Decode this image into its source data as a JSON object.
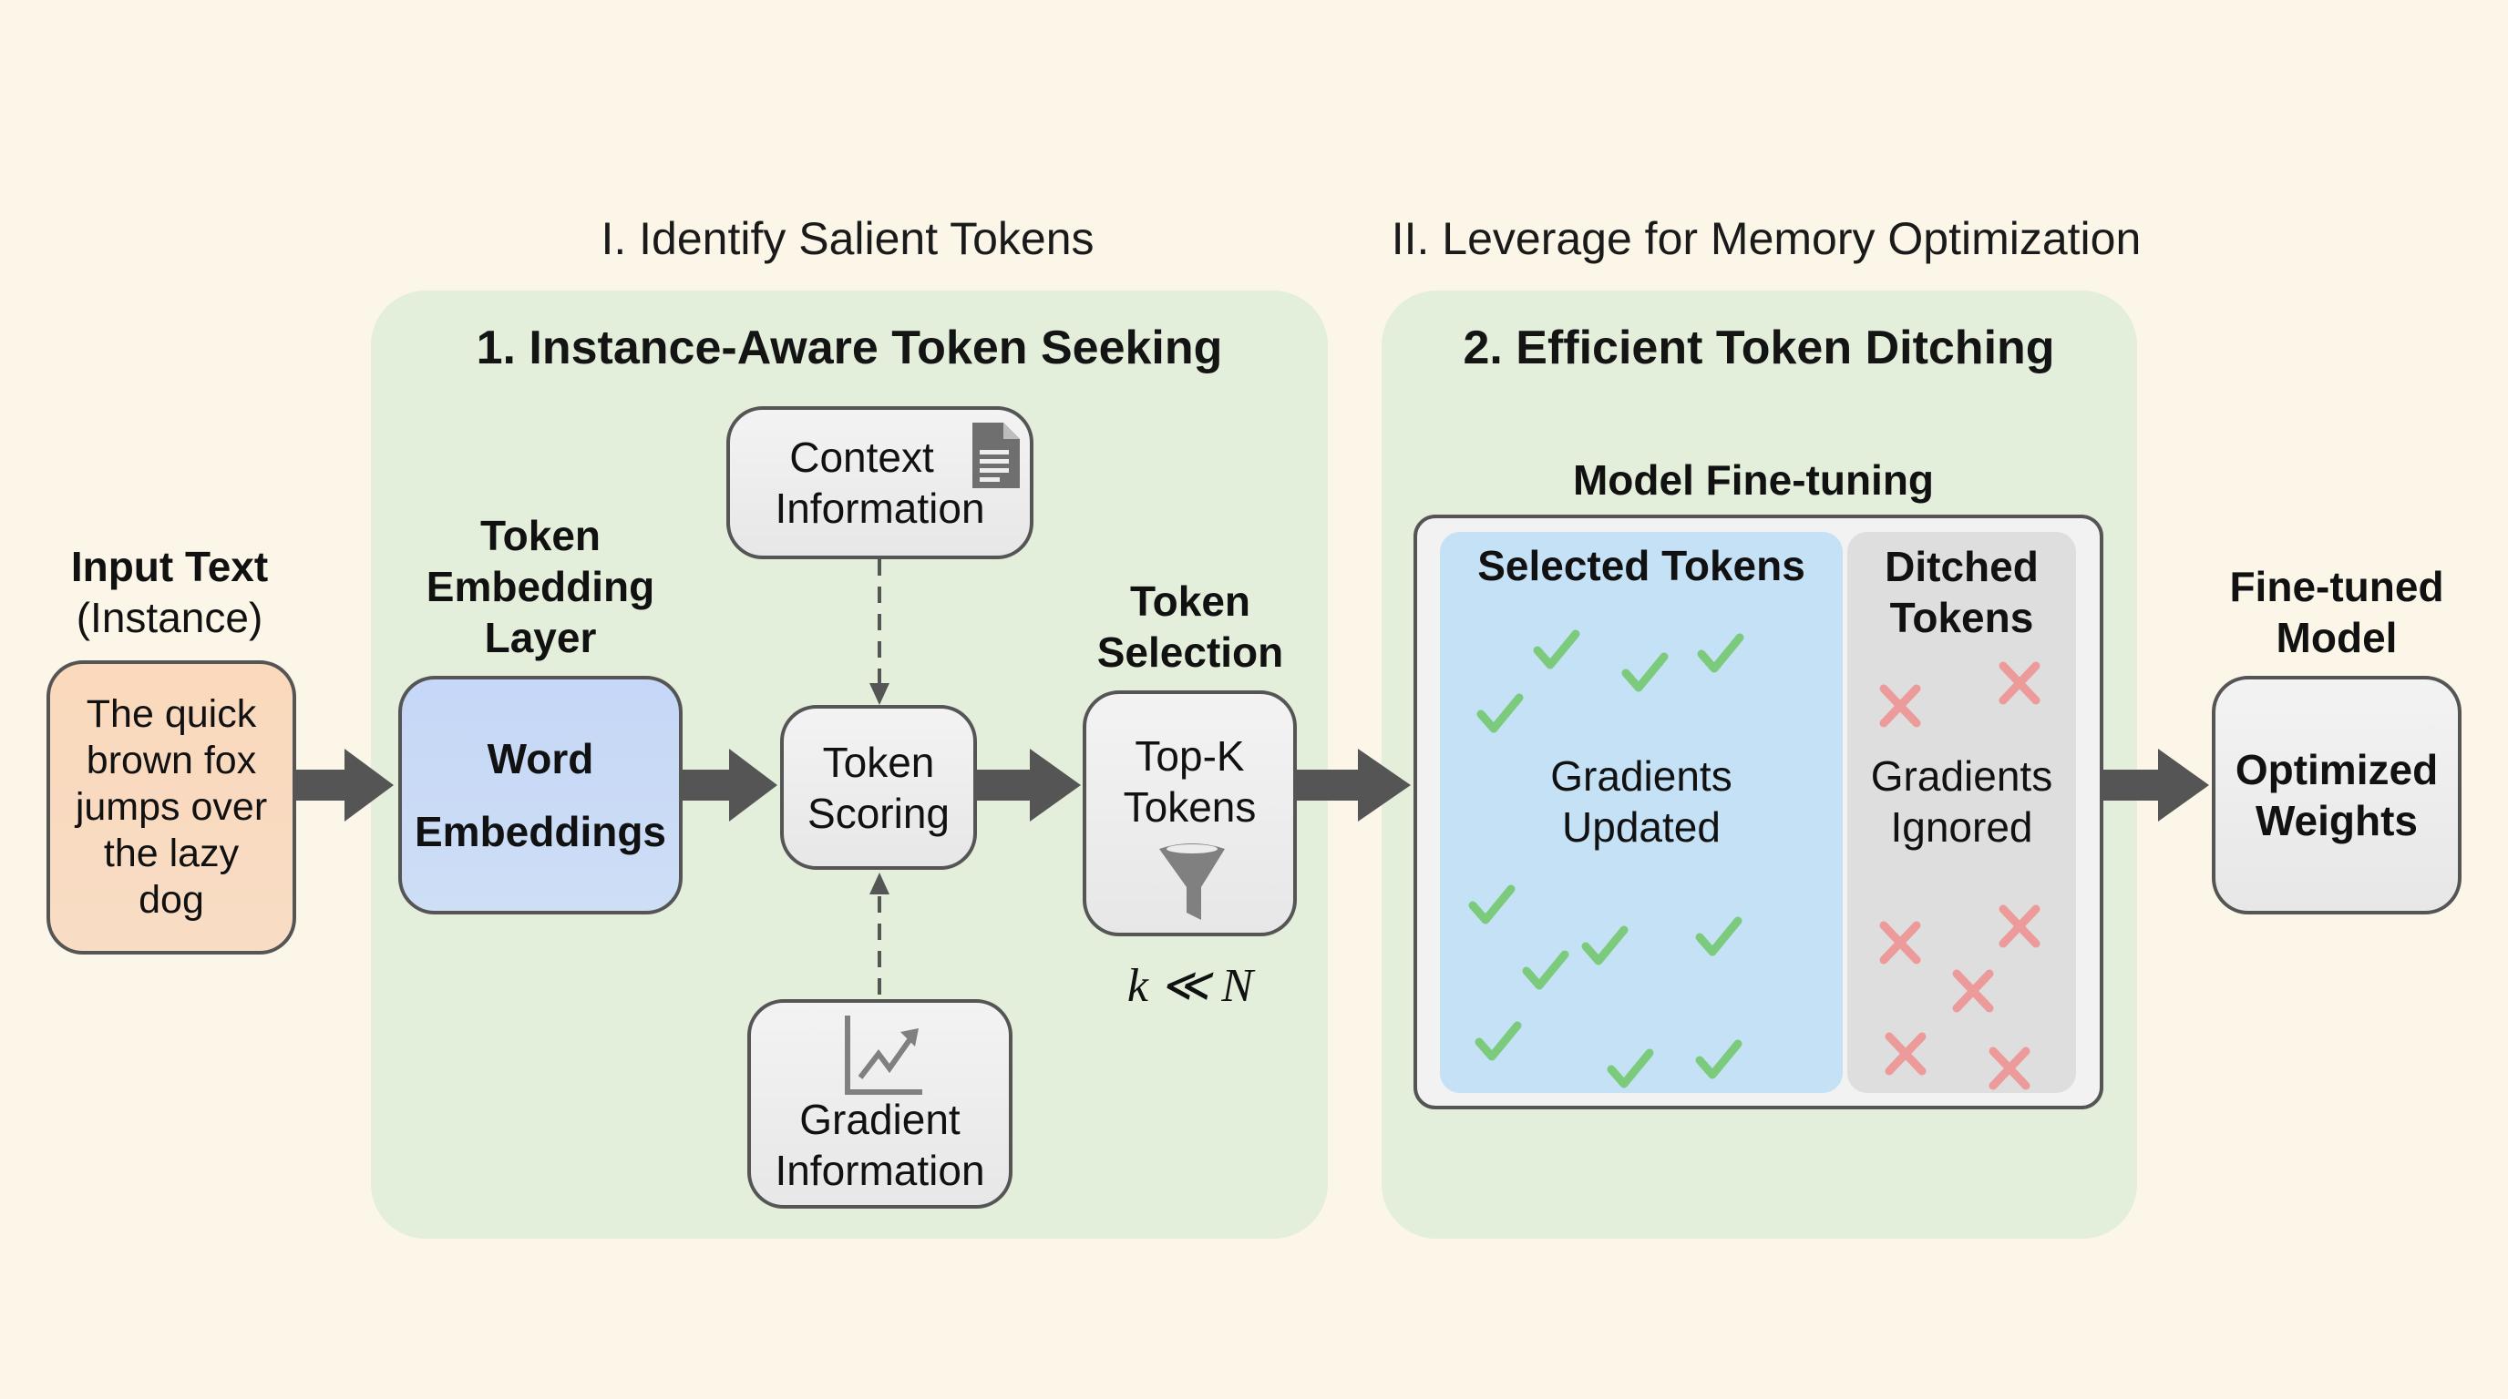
{
  "sections": [
    {
      "title": "I. Identify Salient Tokens"
    },
    {
      "title": "II. Leverage for Memory Optimization"
    }
  ],
  "panels": [
    {
      "title": "1. Instance-Aware Token Seeking"
    },
    {
      "title": "2. Efficient Token Ditching"
    }
  ],
  "input": {
    "label_line1": "Input Text",
    "label_line2": "(Instance)",
    "text": "The quick brown fox jumps over the lazy dog",
    "color": "#f9d9bd"
  },
  "embedding": {
    "label": [
      "Token",
      "Embedding",
      "Layer"
    ],
    "box_line1": "Word",
    "box_line2": "Embeddings",
    "color": "#c9daf6"
  },
  "context": {
    "line1": "Context",
    "line2": "Information",
    "icon": "document-icon"
  },
  "scoring": {
    "line1": "Token",
    "line2": "Scoring"
  },
  "gradient": {
    "line1": "Gradient",
    "line2": "Information",
    "icon": "trend-chart-icon"
  },
  "selection": {
    "label": [
      "Token",
      "Selection"
    ],
    "box_line1": "Top-K",
    "box_line2": "Tokens",
    "icon": "funnel-icon",
    "formula": "k ≪ N"
  },
  "finetuning": {
    "label": "Model Fine-tuning",
    "selected": {
      "title": "Selected Tokens",
      "line1": "Gradients",
      "line2": "Updated",
      "check_count": 11,
      "color": "#c4e1f5",
      "mark_color": "#7ccb7c"
    },
    "ditched": {
      "title_line1": "Ditched",
      "title_line2": "Tokens",
      "line1": "Gradients",
      "line2": "Ignored",
      "cross_count": 7,
      "color": "#dedede",
      "mark_color": "#ec9a9a"
    }
  },
  "output": {
    "label": [
      "Fine-tuned",
      "Model"
    ],
    "box_line1": "Optimized",
    "box_line2": "Weights"
  }
}
